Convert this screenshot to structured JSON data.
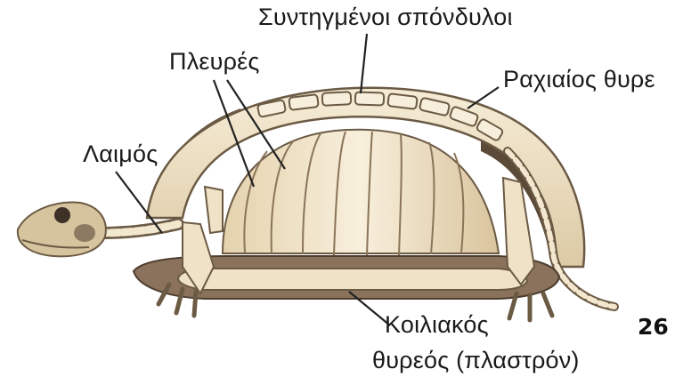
{
  "labels": {
    "vertebrae": "Συντηγμένοι σπόνδυλοι",
    "ribs": "Πλευρές",
    "carapace": "Ραχιαίος θυρε",
    "neck": "Λαιμός",
    "plastron_line1": "Κοιλιακός",
    "plastron_line2": "θυρεός (πλαστρόν)"
  },
  "page_number": "26",
  "colors": {
    "bone": "#f2e7cf",
    "bone_outline": "#6b5a44",
    "shell_shadow": "#5c4a38",
    "rib_fill": "#efe2c2",
    "plastron": "#8a725c",
    "text": "#1a1a1a"
  }
}
